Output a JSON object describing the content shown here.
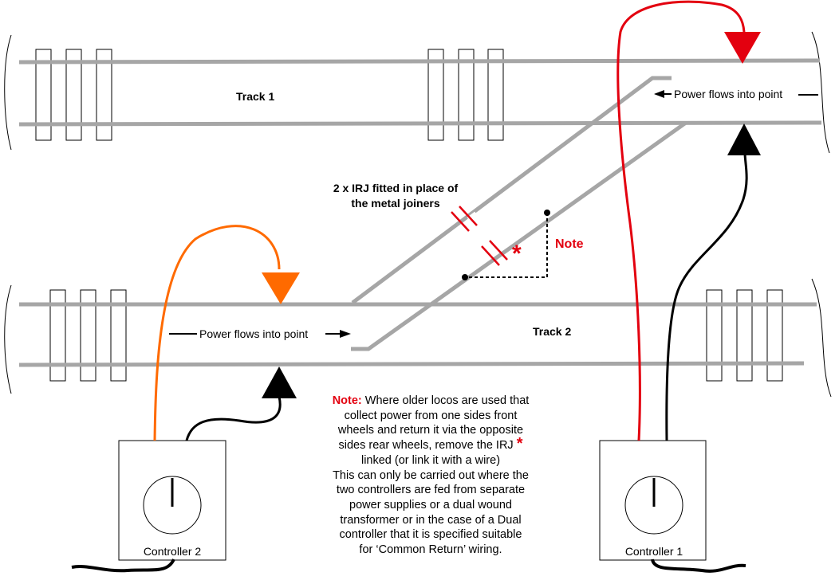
{
  "labels": {
    "track1": "Track 1",
    "track2": "Track 2",
    "power_flow_track1": "Power flows into point",
    "power_flow_track2": "Power flows into point",
    "irj": [
      "2 x IRJ fitted in place of",
      "the metal joiners"
    ],
    "note_marker": "Note",
    "asterisk": "*",
    "controller1": "Controller 1",
    "controller2": "Controller 2"
  },
  "note": {
    "heading": "Note:",
    "line1": " Where older locos are used that",
    "line2": "collect power from one sides front",
    "line3": "wheels and return it via the opposite",
    "line4": "sides rear wheels, remove the IRJ ",
    "star": "*",
    "line5": "linked (or link it with a wire)",
    "line6": "This can only be carried out where the",
    "line7": "two controllers are fed from separate",
    "line8": "power supplies or a dual wound",
    "line9": "transformer or in the case of a Dual",
    "line10": "controller that it is specified suitable",
    "line11": "for ‘Common Return’ wiring."
  },
  "colors": {
    "rail": "#a6a6a6",
    "controller1_feed": "#e3000f",
    "controller2_feed": "#ff6a00",
    "return_wire": "#000000",
    "note_red": "#e3000f"
  }
}
